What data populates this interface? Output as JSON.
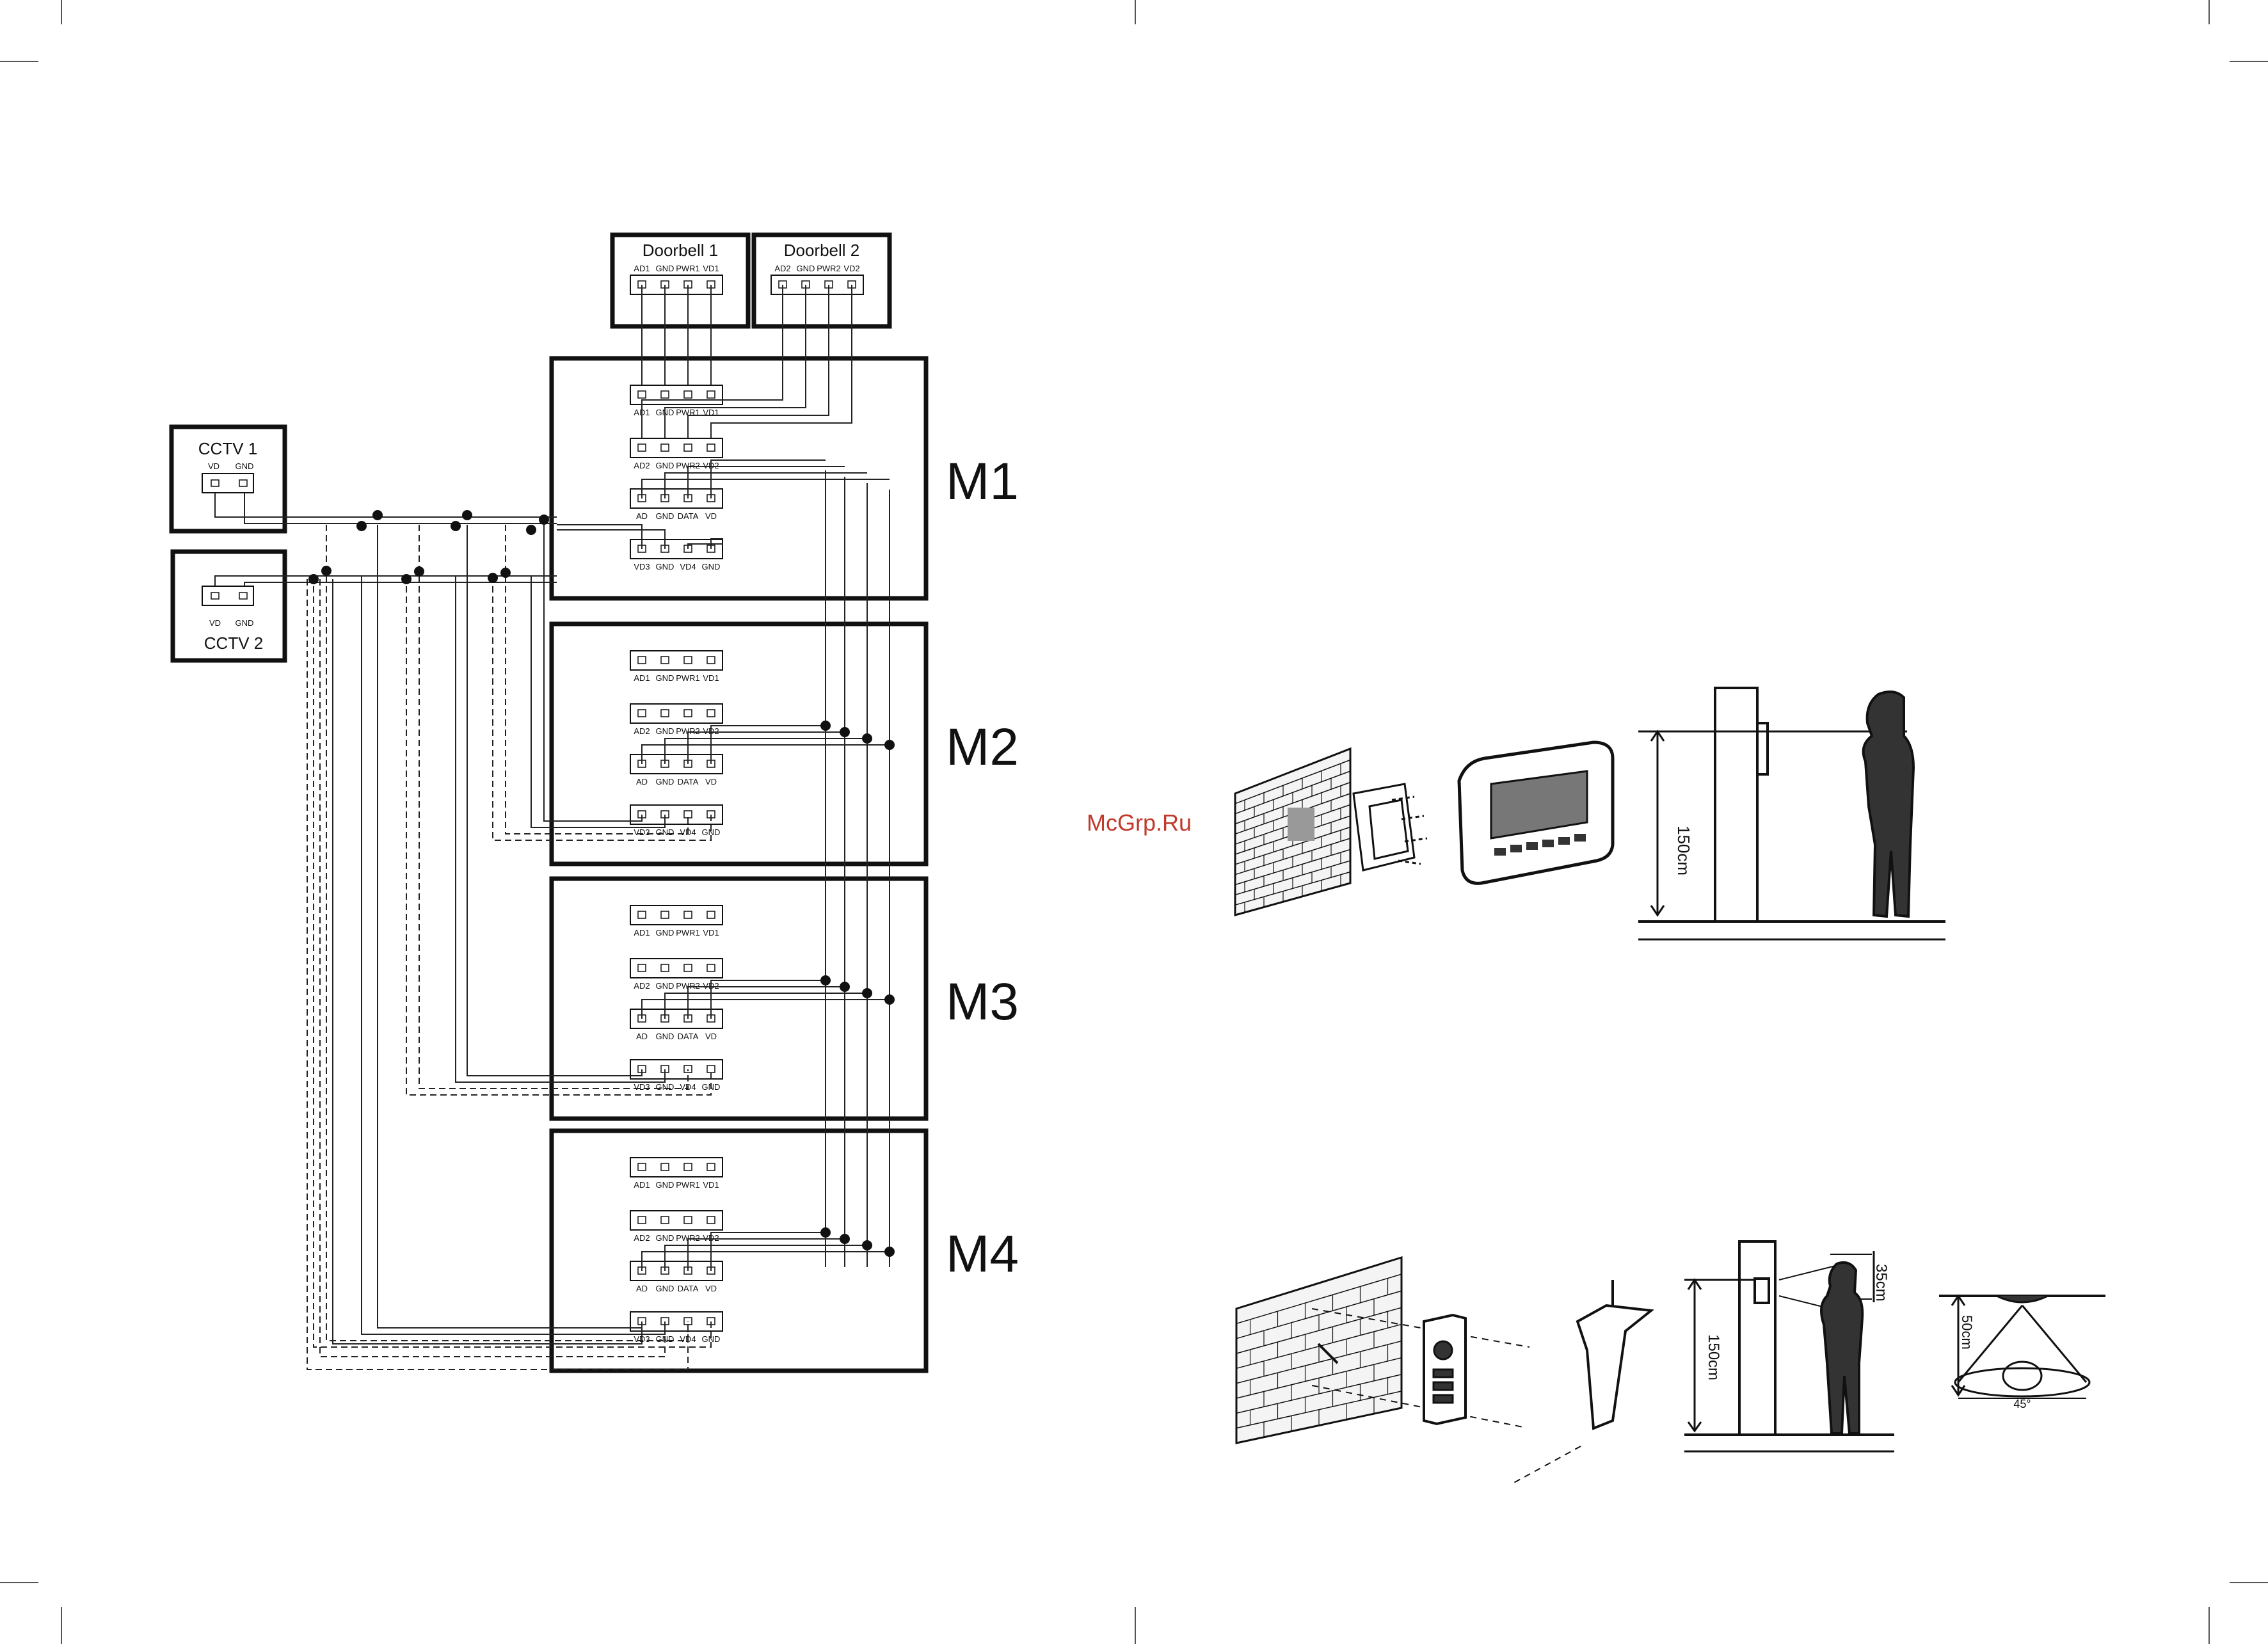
{
  "doorbells": [
    {
      "title": "Doorbell 1",
      "pins": [
        "AD1",
        "GND",
        "PWR1",
        "VD1"
      ]
    },
    {
      "title": "Doorbell 2",
      "pins": [
        "AD2",
        "GND",
        "PWR2",
        "VD2"
      ]
    }
  ],
  "cctv": [
    {
      "title": "CCTV 1",
      "pins": [
        "VD",
        "GND"
      ]
    },
    {
      "title": "CCTV 2",
      "pins": [
        "VD",
        "GND"
      ]
    }
  ],
  "monitor_blocks": [
    {
      "pins": [
        "AD1",
        "GND",
        "PWR1",
        "VD1"
      ]
    },
    {
      "pins": [
        "AD2",
        "GND",
        "PWR2",
        "VD2"
      ]
    },
    {
      "pins": [
        "AD",
        "GND",
        "DATA",
        "VD"
      ]
    },
    {
      "pins": [
        "VD3",
        "GND",
        "VD4",
        "GND"
      ]
    }
  ],
  "monitors": [
    "M1",
    "M2",
    "M3",
    "M4"
  ],
  "watermark": "McGrp.Ru",
  "dimensions": {
    "monitor_height": "150cm",
    "door_height": "150cm",
    "door_top": "35cm",
    "sensor_height": "50cm",
    "angle": "45°"
  }
}
